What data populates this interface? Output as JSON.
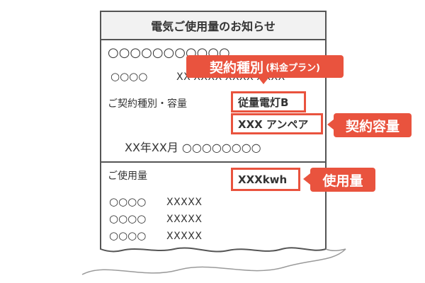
{
  "notice": {
    "title": "電気ご使用量のお知らせ",
    "customer_name": "○○○○○○○○○○○",
    "account_prefix": "○○○○",
    "account_number": "XX-XXXX-XXXX-XXXX",
    "contract_label": "ご契約種別・容量",
    "contract_type": "従量電灯B",
    "contract_capacity": "XXX アンペア",
    "period": "XX年XX月 ○○○○○○○○",
    "usage_label": "ご使用量",
    "usage_value": "XXXkwh",
    "rows": [
      {
        "label": "○○○○",
        "value": "XXXXX"
      },
      {
        "label": "○○○○",
        "value": "XXXXX"
      },
      {
        "label": "○○○○",
        "value": "XXXXX"
      }
    ]
  },
  "callouts": {
    "contract_type_main": "契約種別",
    "contract_type_sub": "(料金プラン)",
    "capacity": "契約容量",
    "usage": "使用量"
  },
  "colors": {
    "accent": "#e9533e",
    "border": "#555555",
    "title_bg": "#f2f2f2",
    "background": "#ffffff"
  }
}
